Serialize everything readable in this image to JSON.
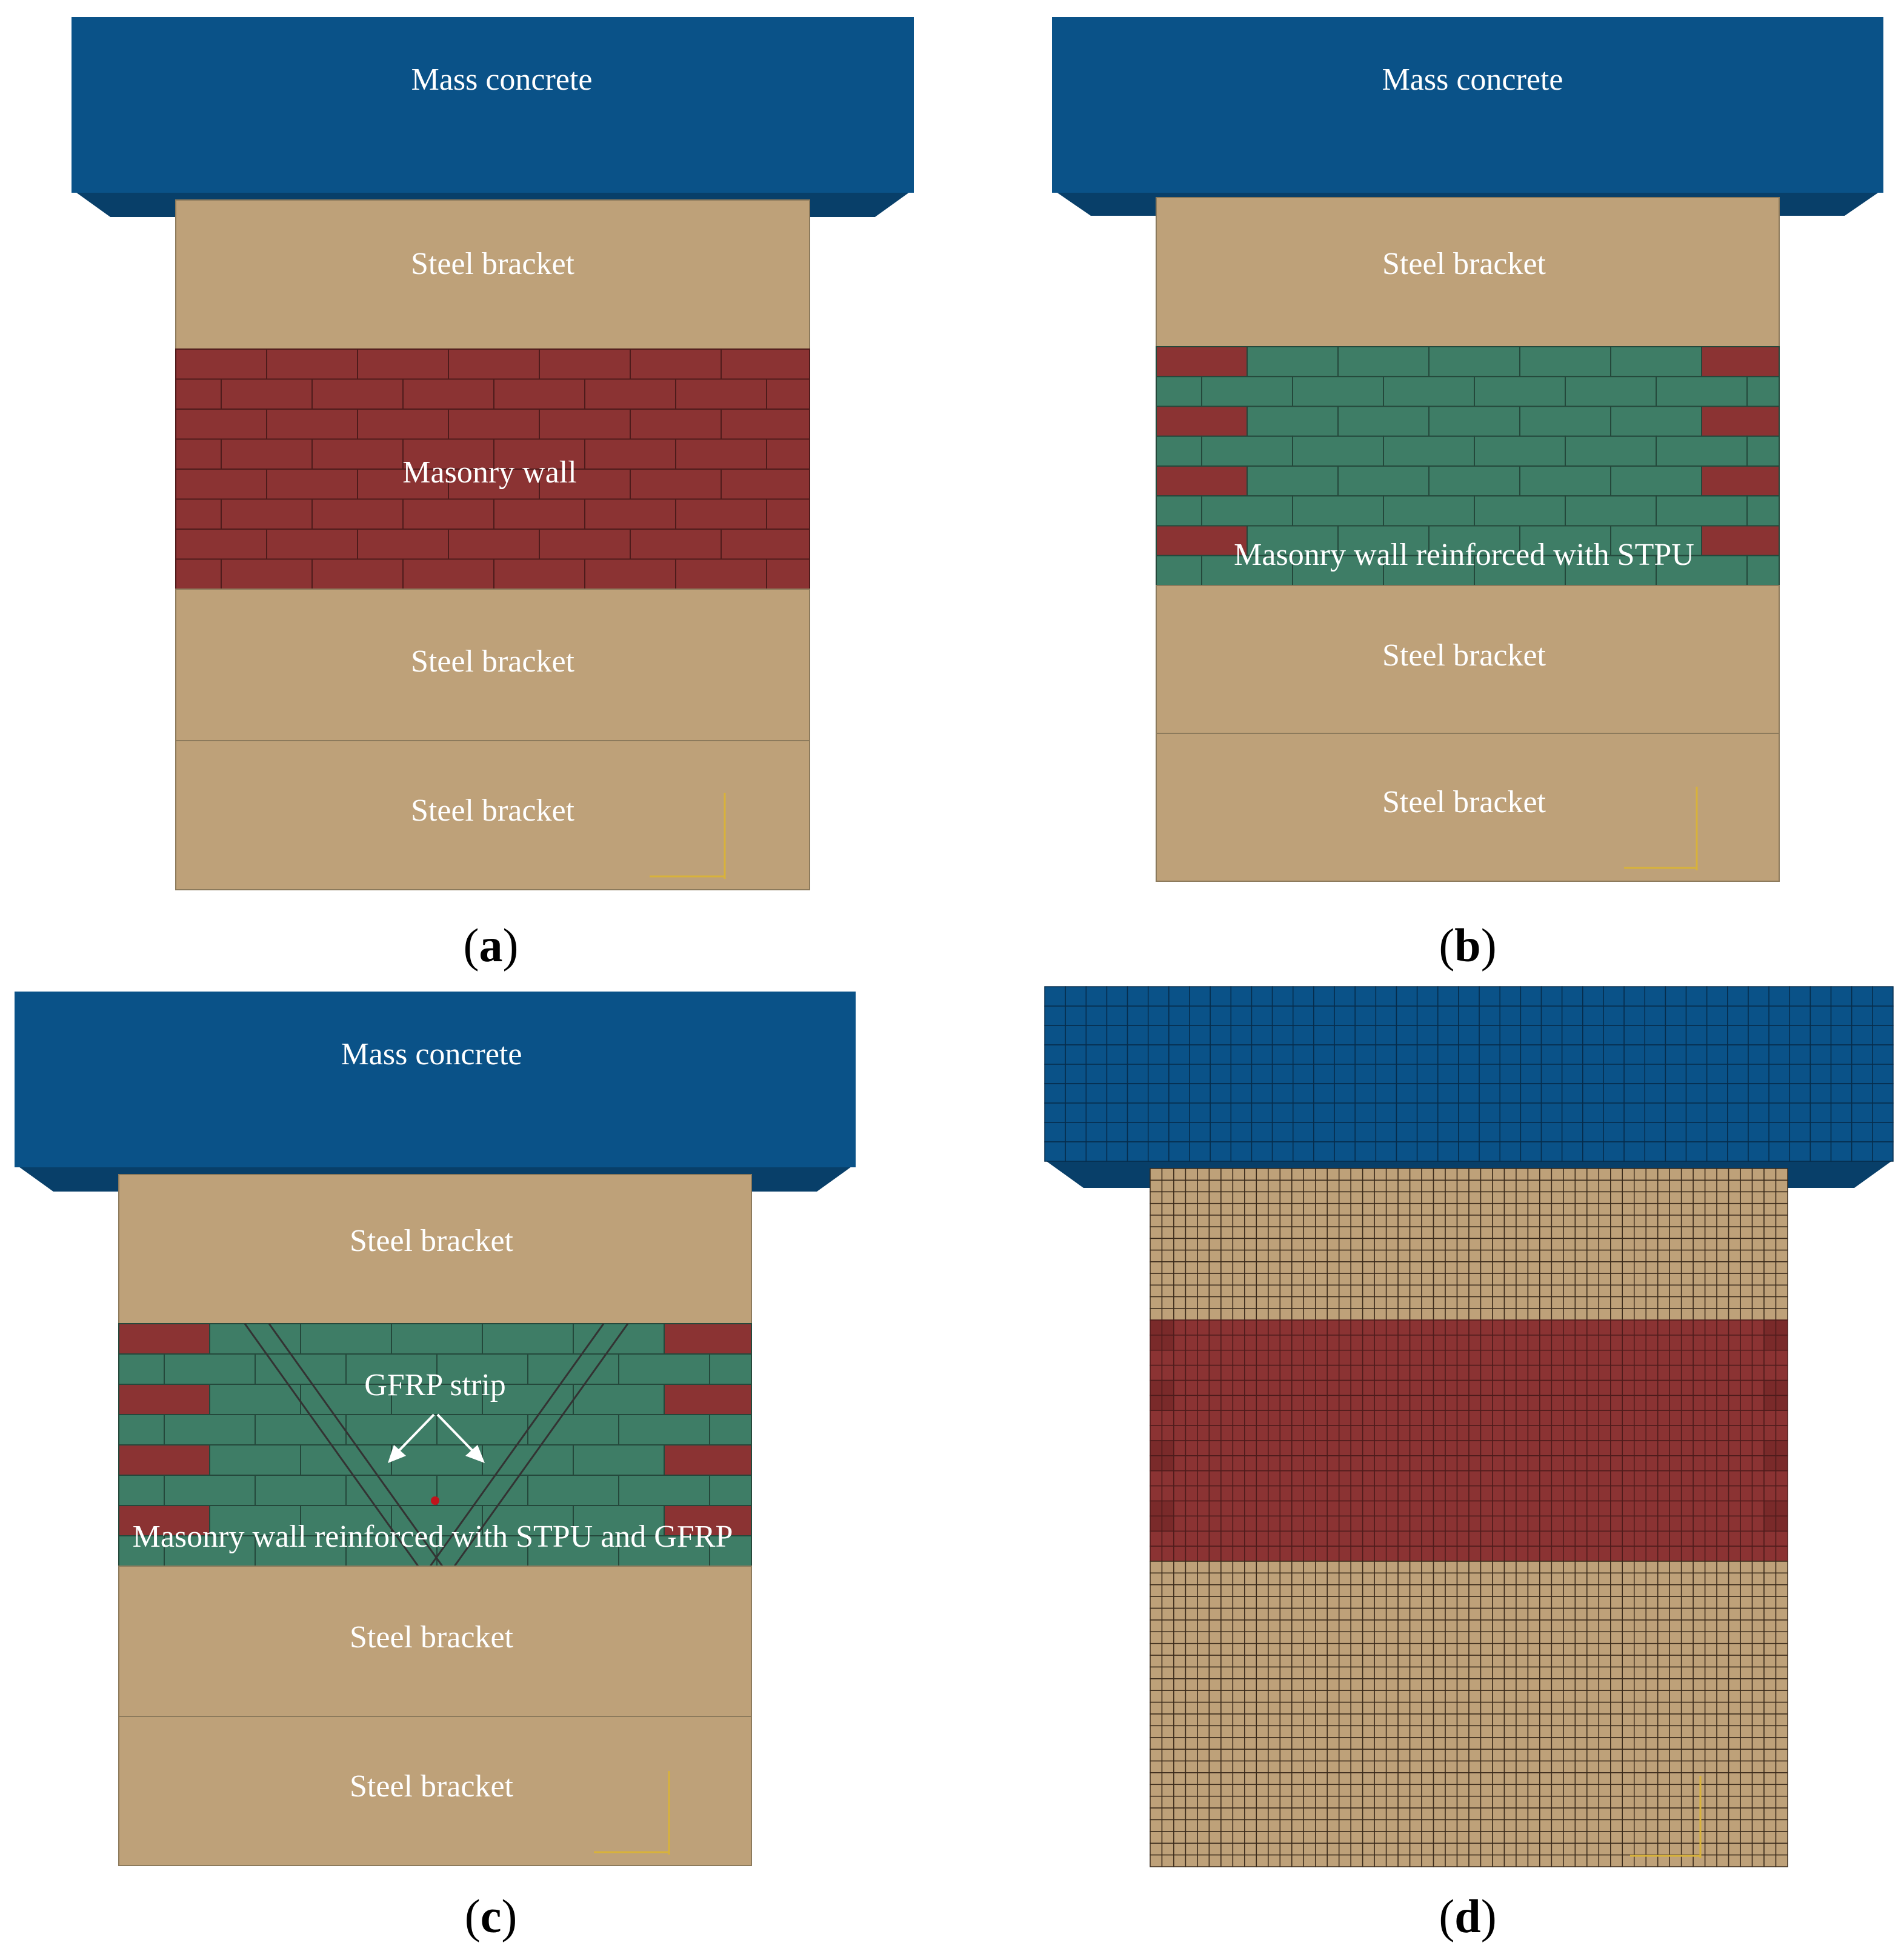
{
  "colors": {
    "concrete": "#0a5288",
    "concrete_side": "#083f69",
    "steel": "#bea179",
    "brick": "#8b3333",
    "stpu": "#3e7d66",
    "mesh_line": "#3a2a1a",
    "gfrp_line": "#333333",
    "arrow": "#ffffff",
    "axis": "#d8b23a"
  },
  "panels": {
    "a": {
      "caption_letter": "a",
      "concrete_label": "Mass concrete",
      "bracket_top_label": "Steel bracket",
      "wall_label": "Masonry wall",
      "bracket_mid_label": "Steel bracket",
      "bracket_bottom_label": "Steel bracket"
    },
    "b": {
      "caption_letter": "b",
      "concrete_label": "Mass concrete",
      "bracket_top_label": "Steel bracket",
      "wall_label": "Masonry wall reinforced with STPU",
      "bracket_mid_label": "Steel bracket",
      "bracket_bottom_label": "Steel bracket"
    },
    "c": {
      "caption_letter": "c",
      "concrete_label": "Mass concrete",
      "bracket_top_label": "Steel bracket",
      "strip_label": "GFRP strip",
      "wall_label": "Masonry wall reinforced with STPU and GFRP",
      "bracket_mid_label": "Steel bracket",
      "bracket_bottom_label": "Steel bracket"
    },
    "d": {
      "caption_letter": "d"
    }
  }
}
